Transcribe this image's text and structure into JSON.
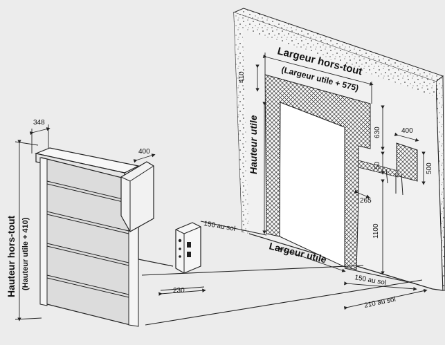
{
  "labels": {
    "largeur_hors_tout": "Largeur hors-tout",
    "largeur_utile_plus": "(Largeur utile + 575)",
    "hauteur_utile": "Hauteur utile",
    "hauteur_hors_tout": "Hauteur hors-tout",
    "hauteur_utile_plus": "(Hauteur utile + 410)",
    "largeur_utile": "Largeur utile"
  },
  "dimensions": {
    "d348": "348",
    "d400_motor": "400",
    "d230": "230",
    "d150_sol_left": "150 au sol",
    "d410": "410",
    "d630": "630",
    "d50": "50",
    "d265": "265",
    "d1100": "1100",
    "d400_box": "400",
    "d500": "500",
    "d150_sol_right": "150 au sol",
    "d210_sol": "210 au sol"
  },
  "colors": {
    "background": "#ececec",
    "wall": "#f2f2f2",
    "line": "#222222"
  }
}
